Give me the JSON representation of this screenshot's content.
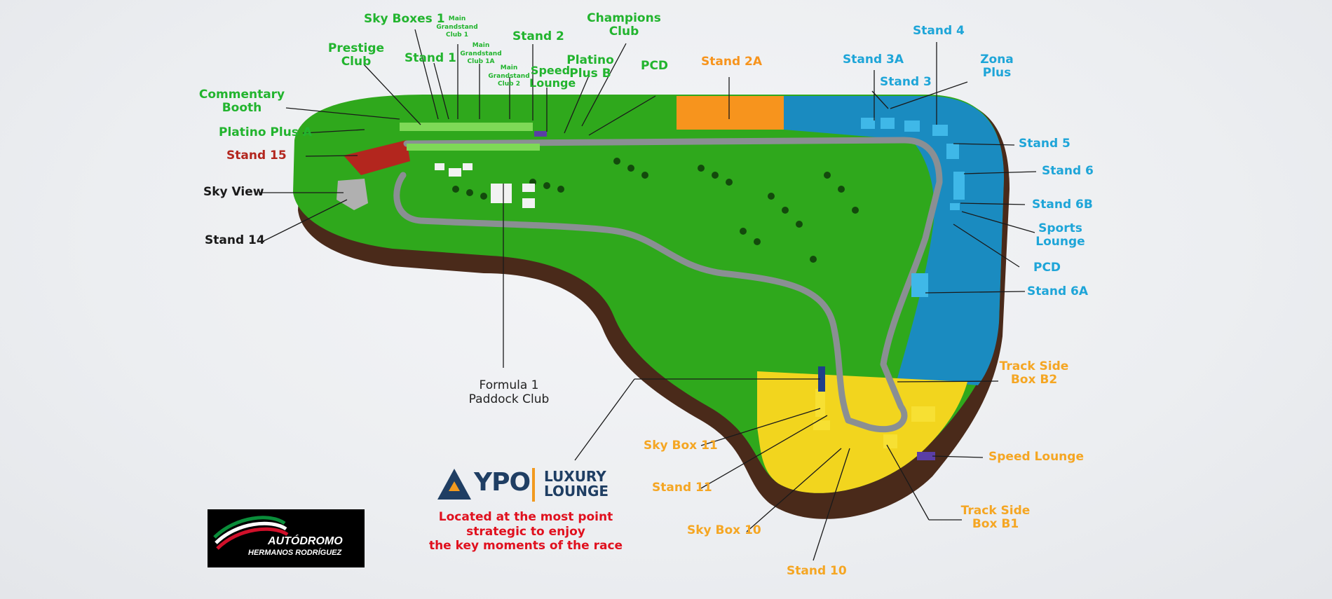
{
  "map": {
    "labels": {
      "sky_boxes_1": "Sky Boxes 1",
      "main_grandstand_club_1": "Main\nGrandstand\nClub 1",
      "main_grandstand_club_1a": "Main\nGrandstand\nClub 1A",
      "main_grandstand_club_2": "Main\nGrandstand\nClub 2",
      "stand_2": "Stand 2",
      "champions_club": "Champions\nClub",
      "prestige_club": "Prestige\nClub",
      "stand_1": "Stand 1",
      "speed_lounge_top": "Speed\nLounge",
      "platino_plus_b": "Platino\nPlus B",
      "pcd_top": "PCD",
      "stand_2a": "Stand 2A",
      "commentary_booth": "Commentary\nBooth",
      "platino_plus_a": "Platino Plus A",
      "stand_15": "Stand 15",
      "sky_view": "Sky View",
      "stand_14": "Stand 14",
      "stand_3a": "Stand 3A",
      "stand_4": "Stand 4",
      "stand_3": "Stand 3",
      "zona_plus": "Zona\nPlus",
      "stand_5": "Stand 5",
      "stand_6": "Stand 6",
      "stand_6b": "Stand 6B",
      "sports_lounge": "Sports\nLounge",
      "pcd_right": "PCD",
      "stand_6a": "Stand 6A",
      "track_side_box_b2": "Track Side\nBox B2",
      "speed_lounge_bottom": "Speed Lounge",
      "track_side_box_b1": "Track Side\nBox B1",
      "sky_box_11": "Sky Box 11",
      "stand_11": "Stand 11",
      "sky_box_10": "Sky Box 10",
      "stand_10": "Stand 10",
      "formula1_paddock_club": "Formula 1\nPaddock Club"
    },
    "colors": {
      "green_zone": "#22b42e",
      "orange_zone": "#f7941d",
      "blue_zone": "#1ea5d8",
      "yellow_zone": "#f5a623",
      "red_zone": "#b3261e",
      "grass": "#2fa81c",
      "soil": "#4a2a1a"
    }
  },
  "ypo": {
    "brand": "YPO",
    "product": "LUXURY\nLOUNGE",
    "note": "Located at the most point\nstrategic to enjoy\nthe key moments of the race"
  },
  "logo": {
    "name": "AUTÓDROMO",
    "subtitle": "HERMANOS RODRÍGUEZ"
  }
}
